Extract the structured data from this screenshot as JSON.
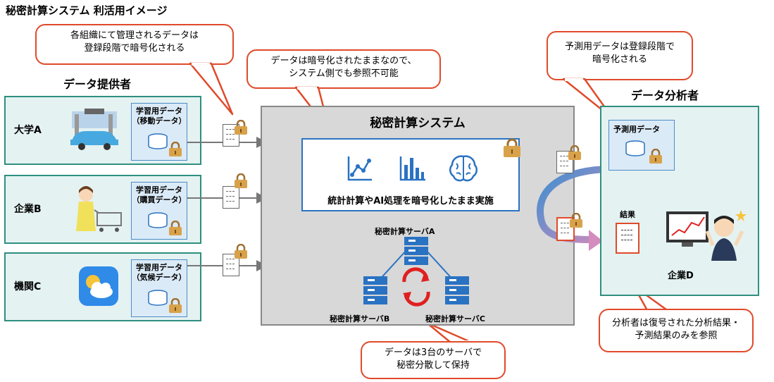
{
  "title": "秘密計算システム 利活用イメージ",
  "providers": {
    "label": "データ提供者",
    "orgs": [
      {
        "name": "大学A",
        "card_title": "学習用データ",
        "card_sub": "（移動データ）"
      },
      {
        "name": "企業B",
        "card_title": "学習用データ",
        "card_sub": "（購買データ）"
      },
      {
        "name": "機関C",
        "card_title": "学習用データ",
        "card_sub": "（気候データ）"
      }
    ]
  },
  "callouts": {
    "provider_encrypt": {
      "line1": "各組織にて管理されるデータは",
      "line2": "登録段階で暗号化される"
    },
    "system_encrypted": {
      "line1": "データは暗号化されたままなので、",
      "line2": "システム側でも参照不可能"
    },
    "prediction_encrypt": {
      "line1": "予測用データは登録段階で",
      "line2": "暗号化される"
    },
    "servers": {
      "line1": "データは3台のサーバで",
      "line2": "秘密分散して保持"
    },
    "analyst_view": {
      "line1": "分析者は復号された分析結果・",
      "line2": "予測結果のみを参照"
    }
  },
  "system": {
    "title": "秘密計算システム",
    "process_text": "統計計算やAI処理を暗号化したまま実施",
    "server_a": "秘密計算サーバA",
    "server_b": "秘密計算サーバB",
    "server_c": "秘密計算サーバC"
  },
  "analyst": {
    "label": "データ分析者",
    "prediction_card": "予測用データ",
    "result_label": "結果",
    "org_name": "企業D"
  },
  "colors": {
    "callout_border": "#e04a2a",
    "org_fill": "#e4f2f2",
    "org_border": "#2f8f7f",
    "card_fill": "#dbeaf7",
    "system_fill": "#d8d8d8",
    "accent_blue": "#2a72c2",
    "lock": "#d8a24a"
  },
  "icons": [
    "padlock-icon",
    "document-icon",
    "database-icon",
    "line-chart-icon",
    "bar-chart-icon",
    "brain-icon",
    "server-icon",
    "sync-arrows-icon",
    "weather-icon"
  ]
}
